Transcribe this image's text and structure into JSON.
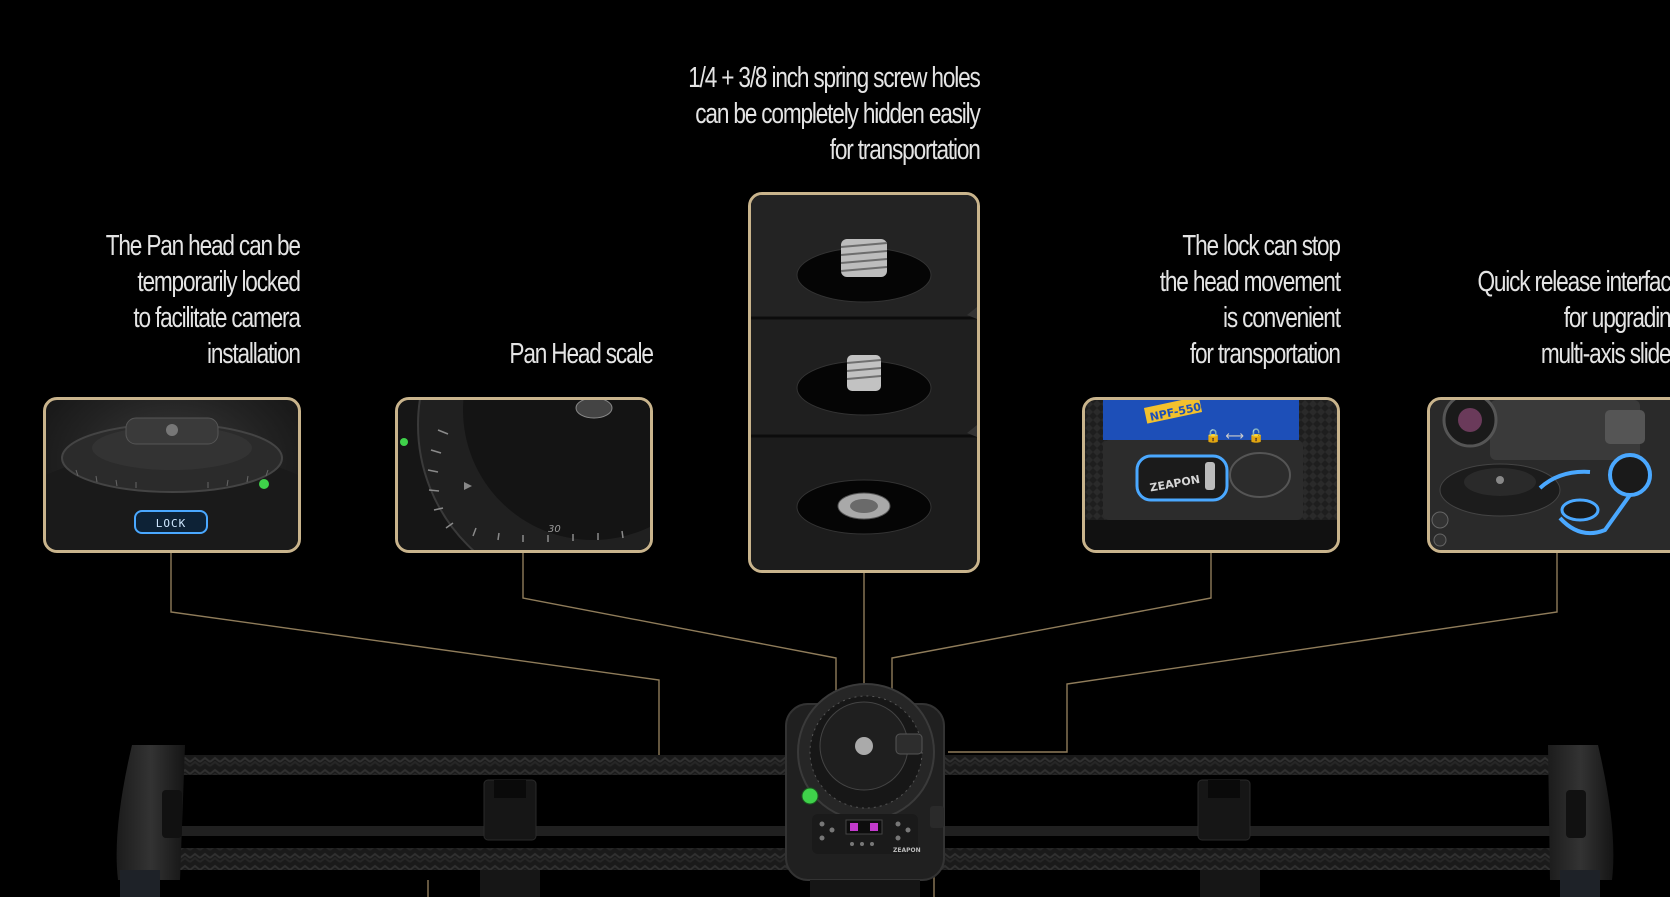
{
  "captions": {
    "lock": [
      "The Pan head can be",
      "temporarily locked",
      "to facilitate camera",
      "installation"
    ],
    "scale": [
      "Pan Head scale"
    ],
    "screw": [
      "1/4 + 3/8 inch spring screw holes",
      "can be completely hidden easily",
      "for transportation"
    ],
    "transport_lock": [
      "The lock can stop",
      "the head movement",
      "is convenient",
      "for transportation"
    ],
    "quick_release": [
      "Quick release interfac",
      "for upgradin",
      "multi-axis slide"
    ]
  },
  "image_labels": {
    "lock_badge": "LOCK",
    "battery_label": "NPF-550",
    "brand_badge": "ZEAPON",
    "scale_mark": "30",
    "slider_brand": "ZEAPON"
  },
  "colors": {
    "frame_border": "#c9b48c",
    "leader_line": "#8f7c5a",
    "glow_blue": "#4aa8ff",
    "battery_blue": "#1d4fb8",
    "battery_yellow": "#f2c12e"
  }
}
